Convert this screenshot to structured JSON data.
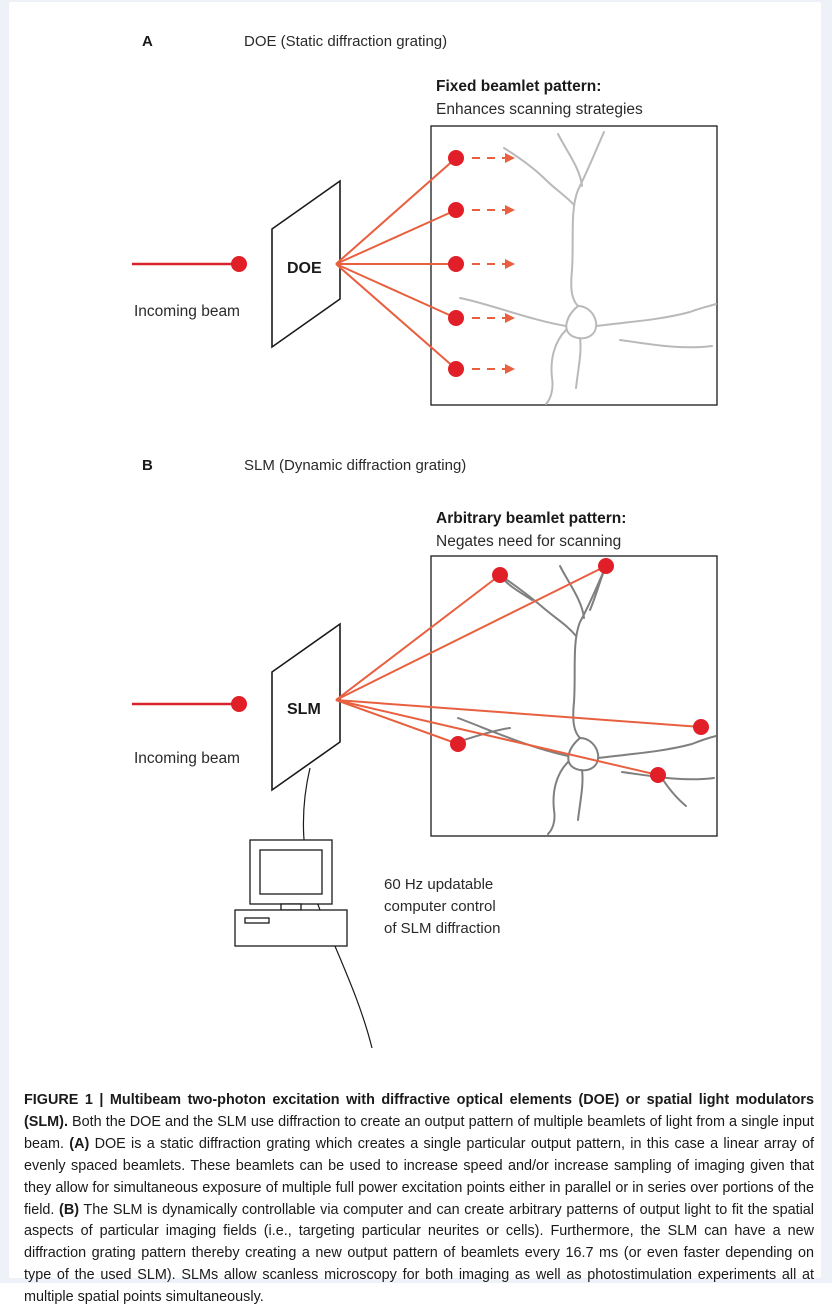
{
  "panel_a": {
    "letter": "A",
    "title": "DOE (Static diffraction grating)",
    "pattern_heading": "Fixed beamlet pattern:",
    "pattern_subheading": "Enhances scanning strategies",
    "element_label": "DOE",
    "beam_label": "Incoming beam"
  },
  "panel_b": {
    "letter": "B",
    "title": "SLM (Dynamic diffraction grating)",
    "pattern_heading": "Arbitrary beamlet pattern:",
    "pattern_subheading": "Negates need for scanning",
    "element_label": "SLM",
    "beam_label": "Incoming beam",
    "control_line1": "60 Hz updatable",
    "control_line2": "computer control",
    "control_line3": "of SLM diffraction"
  },
  "caption": {
    "figure_label": "FIGURE 1 | Multibeam two-photon excitation with diffractive optical elements (DOE) or spatial light modulators (SLM).",
    "part1": " Both the DOE and the SLM use diffraction to create an output pattern of multiple beamlets of light from a single input beam. ",
    "label_a": "(A)",
    "part2": " DOE is a static diffraction grating which creates a single particular output pattern, in this case a linear array of evenly spaced beamlets. These beamlets can be used to increase speed and/or increase sampling of imaging given that they allow for simultaneous exposure of multiple full power excitation points either in parallel or in series over portions of the field. ",
    "label_b": "(B)",
    "part3": " The SLM is dynamically controllable via computer and can create arbitrary patterns of output light to fit the spatial aspects of particular imaging fields (i.e., targeting particular neurites or cells). Furthermore, the SLM can have a new diffraction grating pattern thereby creating a new output pattern of beamlets every 16.7 ms (or even faster depending on type of the used SLM). SLMs allow scanless microscopy for both imaging as well as photostimulation experiments all at multiple spatial points simultaneously."
  },
  "colors": {
    "beam_red": "#d8232a",
    "beamlet_orange": "#e8603f",
    "neuron_gray_a": "#b8b8b8",
    "neuron_gray_b": "#7d7d7d"
  }
}
